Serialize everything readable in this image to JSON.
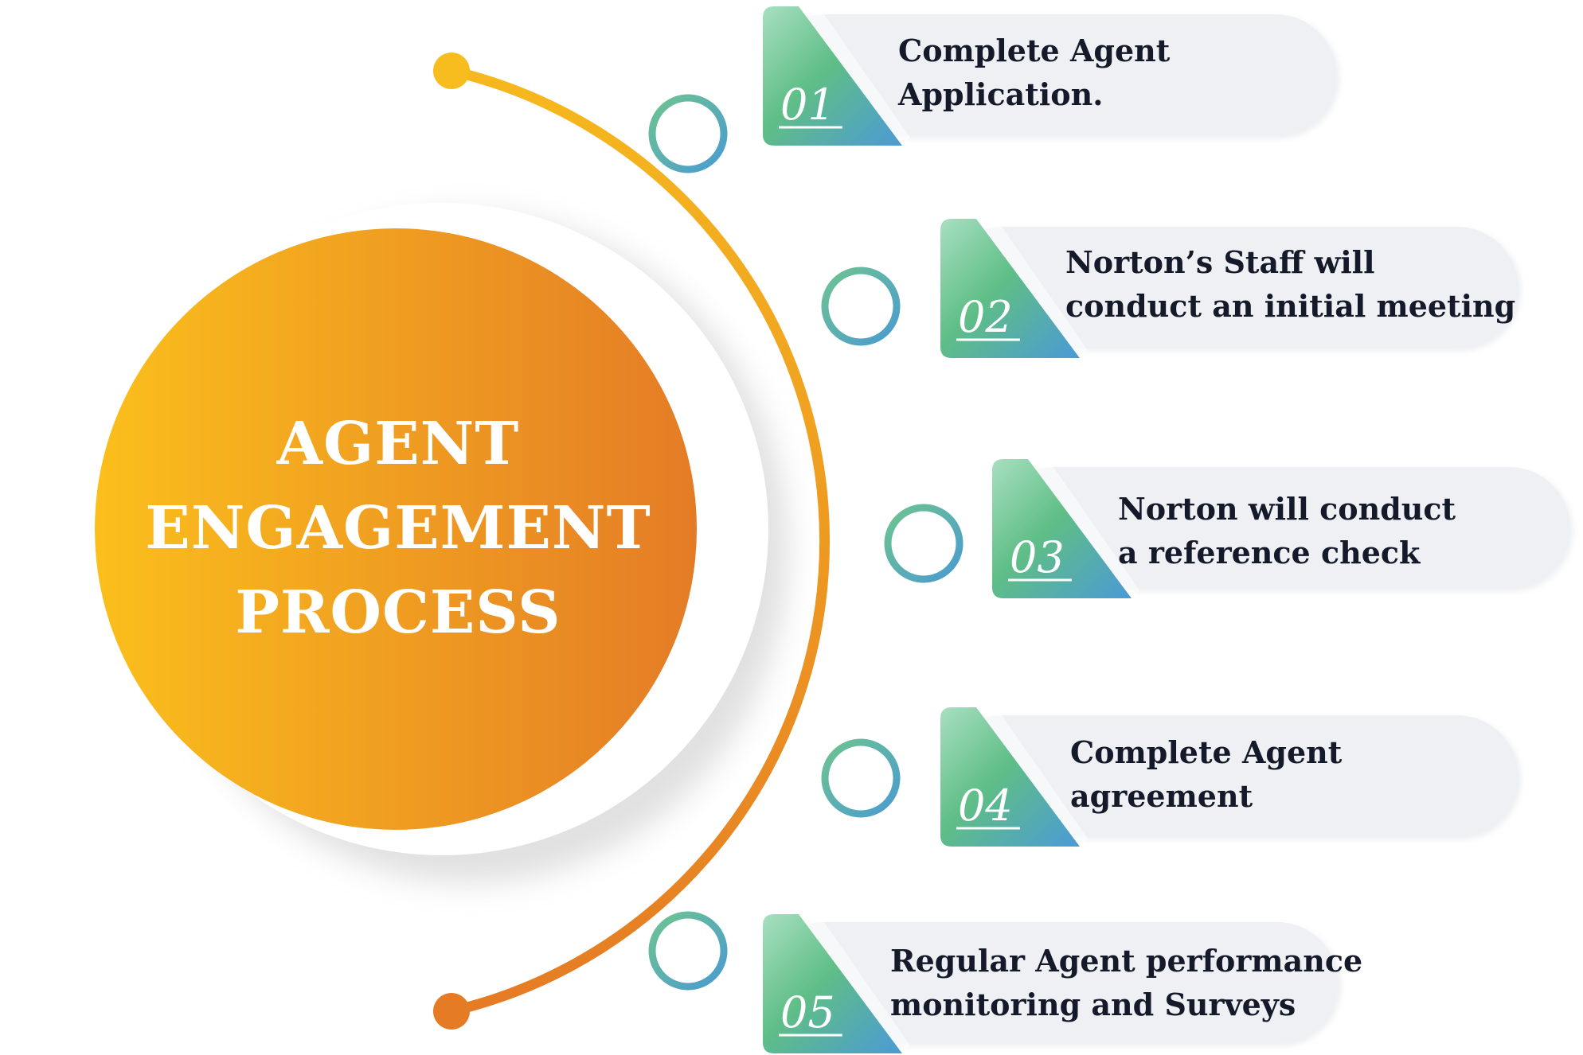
{
  "hub": {
    "lines": [
      "AGENT",
      "ENGAGEMENT",
      "PROCESS"
    ],
    "gradient": [
      "#fbbf1c",
      "#e47c26"
    ]
  },
  "colors": {
    "arc_start": "#f6b91e",
    "arc_end": "#e57b24",
    "ring_start": "#6ec490",
    "ring_end": "#4a9bd1",
    "badge_light": "#a8dfc1",
    "badge_mid": "#5fbe86",
    "badge_dark": "#4b9ad6",
    "pill_fill": "#eef0f3",
    "text": "#151a2b"
  },
  "steps": [
    {
      "number": "01",
      "lines": [
        "Complete Agent",
        "Application."
      ]
    },
    {
      "number": "02",
      "lines": [
        "Norton’s Staff will",
        "conduct an initial meeting"
      ]
    },
    {
      "number": "03",
      "lines": [
        "Norton will conduct",
        "a reference check"
      ]
    },
    {
      "number": "04",
      "lines": [
        "Complete Agent",
        "agreement"
      ]
    },
    {
      "number": "05",
      "lines": [
        "Regular Agent performance",
        "monitoring and Surveys"
      ]
    }
  ]
}
